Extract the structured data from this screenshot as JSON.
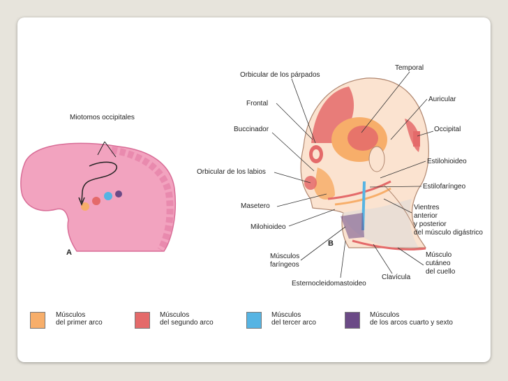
{
  "panel_a": {
    "letter": "A",
    "label": "Miotomos occipitales"
  },
  "panel_b": {
    "letter": "B",
    "labels": {
      "orbicular_parpados": "Orbicular de los párpados",
      "temporal": "Temporal",
      "frontal": "Frontal",
      "auricular": "Auricular",
      "buccinador": "Buccinador",
      "occipital": "Occipital",
      "estilohioideo": "Estilohioideo",
      "orbicular_labios": "Orbicular de los labios",
      "estilofaringeo": "Estilofaríngeo",
      "masetero": "Masetero",
      "vientres_1": "Vientres",
      "vientres_2": "anterior",
      "vientres_3": "y posterior",
      "vientres_4": "del músculo digástrico",
      "milohioideo": "Milohioideo",
      "musculos_faringeos_1": "Músculos",
      "musculos_faringeos_2": "faríngeos",
      "musculo_cutaneo_1": "Músculo",
      "musculo_cutaneo_2": "cutáneo",
      "musculo_cutaneo_3": "del cuello",
      "clavicula": "Clavícula",
      "esternocleidomastoideo": "Esternocleidomastoideo"
    }
  },
  "legend": [
    {
      "line1": "Músculos",
      "line2": "del primer arco",
      "color": "#f7ae6a"
    },
    {
      "line1": "Músculos",
      "line2": "del segundo arco",
      "color": "#e46a6a"
    },
    {
      "line1": "Músculos",
      "line2": "del tercer arco",
      "color": "#56b4e3"
    },
    {
      "line1": "Músculos",
      "line2": "de los arcos cuarto y sexto",
      "color": "#6b4a86"
    }
  ]
}
